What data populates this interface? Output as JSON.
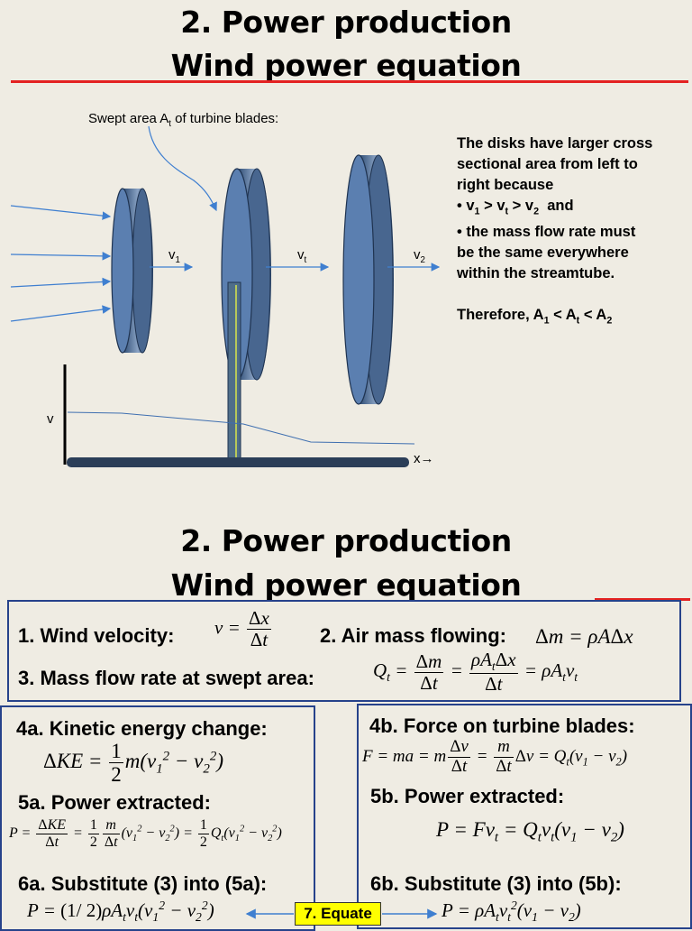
{
  "slide1": {
    "title_line1": "2. Power production",
    "title_line2": "Wind power equation",
    "swept_area_caption": "Swept area A",
    "swept_area_caption_sub": "t",
    "swept_area_caption_rest": " of turbine blades:",
    "side_text": {
      "line1": "The disks have larger cross",
      "line2": "sectional area from left to",
      "line3": "right because",
      "bullet1_a": "• v",
      "bullet1_sub1": "1",
      "bullet1_b": " > v",
      "bullet1_sub2": "t",
      "bullet1_c": " > v",
      "bullet1_sub3": "2",
      "bullet1_d": "  and",
      "line5": "• the mass flow rate must",
      "line6": "be the same everywhere",
      "line7": "within the streamtube.",
      "therefore_a": "Therefore, A",
      "therefore_sub1": "1",
      "therefore_b": " < A",
      "therefore_sub2": "t",
      "therefore_c": " < A",
      "therefore_sub3": "2"
    },
    "v1_label": "v",
    "v1_sub": "1",
    "vt_label": "v",
    "vt_sub": "t",
    "v2_label": "v",
    "v2_sub": "2",
    "axis_v_label": "v",
    "axis_x_label": "x→"
  },
  "slide2": {
    "title_line1": "2. Power production",
    "title_line2": "Wind power equation",
    "h1": "1. Wind velocity:",
    "h2": "2. Air mass flowing:",
    "h3": "3. Mass flow rate at swept area:",
    "h4a": "4a. Kinetic energy change:",
    "h4b": "4b. Force on turbine blades:",
    "h5a": "5a. Power extracted:",
    "h5b": "5b. Power extracted:",
    "h6a": "6a. Substitute (3) into (5a):",
    "h6b": "6b. Substitute (3) into (5b):",
    "equate": "7. Equate"
  },
  "colors": {
    "title_rule": "#e32222",
    "box_border": "#26428b",
    "disk": "#5b7fb0",
    "arrow": "#3f7fd0",
    "equate_bg": "#ffff00"
  }
}
